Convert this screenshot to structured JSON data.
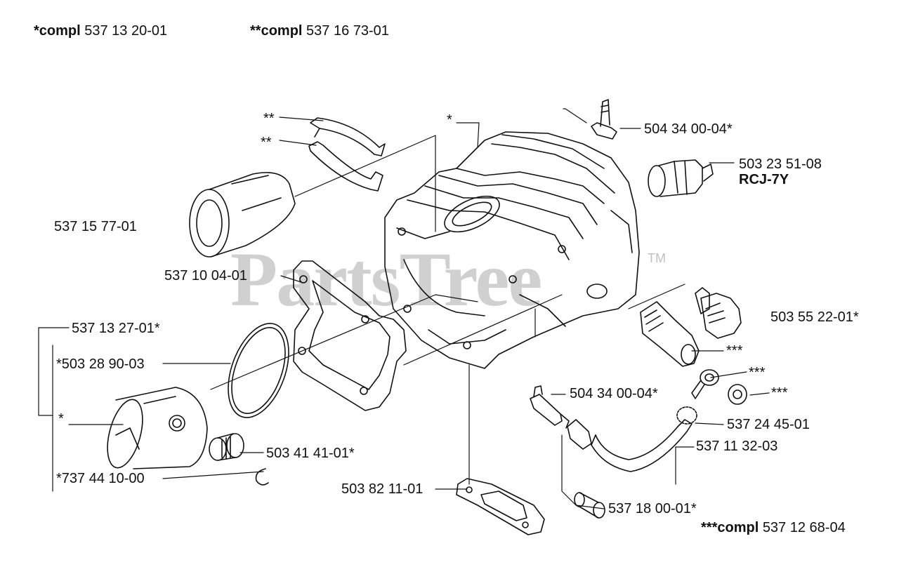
{
  "header": {
    "kit1": {
      "prefix": "*compl",
      "number": "537 13 20-01"
    },
    "kit2": {
      "prefix": "**compl",
      "number": "537 16 73-01"
    }
  },
  "footer": {
    "kit3": {
      "prefix": "***compl",
      "number": "537 12 68-04"
    }
  },
  "watermark": {
    "text": "PartsTree",
    "tm": "TM",
    "color": "#969696"
  },
  "callouts": {
    "clamp_upper_mark": "**",
    "clamp_lower_mark": "**",
    "cylinder_mark": "*",
    "intake": "537 15 77-01",
    "gasket": "537 10 04-01",
    "piston_set": "537 13 27-01*",
    "ring": "*503 28 90-03",
    "piston_mark": "*",
    "circlip": "*737 44 10-00",
    "bearing": "503 41 41-01*",
    "base_gasket": "503 82 11-01",
    "nipple_top": "504 34 00-04*",
    "spark_plug": "503 23 51-08",
    "spark_plug_type": "RCJ-7Y",
    "valve": "503 55 22-01*",
    "banjo_mark": "***",
    "washer_a_mark": "***",
    "washer_b_mark": "***",
    "nipple_bottom": "504 34 00-04*",
    "clamp_small": "537 24 45-01",
    "hose": "537 11 32-03",
    "filter": "537 18 00-01*"
  }
}
